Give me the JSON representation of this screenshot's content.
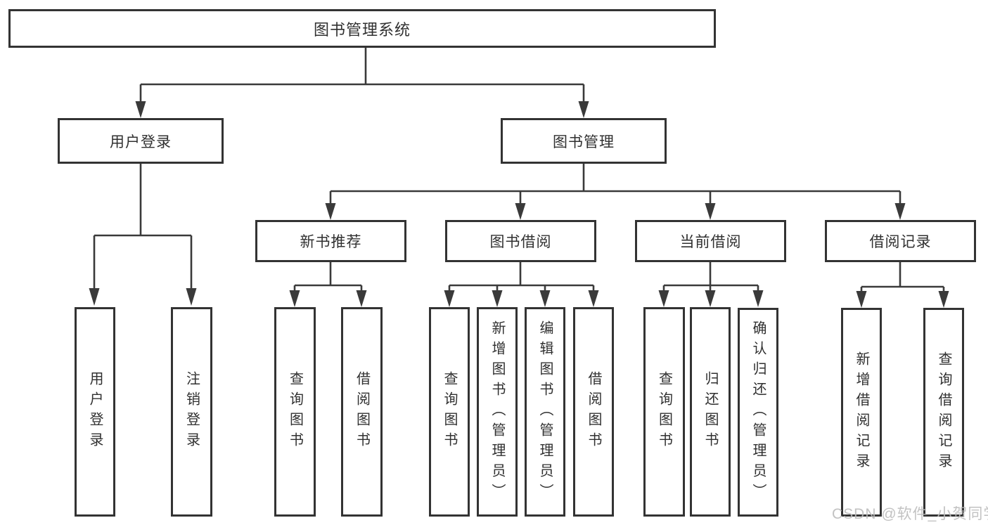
{
  "diagram": {
    "title": "图书管理系统",
    "root": {
      "label": "图书管理系统"
    },
    "level2": [
      {
        "label": "用户登录"
      },
      {
        "label": "图书管理"
      }
    ],
    "level3": [
      {
        "label": "新书推荐"
      },
      {
        "label": "图书借阅"
      },
      {
        "label": "当前借阅"
      },
      {
        "label": "借阅记录"
      }
    ],
    "leaves": [
      {
        "label": "用户登录",
        "parent": "用户登录"
      },
      {
        "label": "注销登录",
        "parent": "用户登录"
      },
      {
        "label": "查询图书",
        "parent": "新书推荐"
      },
      {
        "label": "借阅图书",
        "parent": "新书推荐"
      },
      {
        "label": "查询图书",
        "parent": "图书借阅"
      },
      {
        "label": "新增图书（管理员）",
        "parent": "图书借阅"
      },
      {
        "label": "编辑图书（管理员）",
        "parent": "图书借阅"
      },
      {
        "label": "借阅图书",
        "parent": "图书借阅"
      },
      {
        "label": "查询图书",
        "parent": "当前借阅"
      },
      {
        "label": "归还图书",
        "parent": "当前借阅"
      },
      {
        "label": "确认归还（管理员）",
        "parent": "当前借阅"
      },
      {
        "label": "新增借阅记录",
        "parent": "借阅记录"
      },
      {
        "label": "查询借阅记录",
        "parent": "借阅记录"
      }
    ],
    "watermark": "CSDN @软件_小贺同学",
    "colors": {
      "line": "#3a3a3a",
      "border": "#333333",
      "text": "#303030",
      "watermark": "#bcbcbc",
      "background": "#ffffff"
    }
  }
}
